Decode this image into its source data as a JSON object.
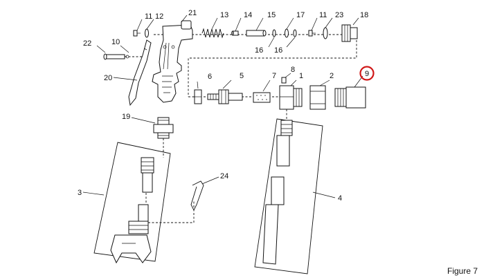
{
  "figure": {
    "caption": "Figure 7"
  },
  "callouts": {
    "c1": "1",
    "c2": "2",
    "c3": "3",
    "c4": "4",
    "c5": "5",
    "c6": "6",
    "c7": "7",
    "c8": "8",
    "c9": "9",
    "c10": "10",
    "c11a": "11",
    "c11b": "11",
    "c12": "12",
    "c13": "13",
    "c14": "14",
    "c15": "15",
    "c16a": "16",
    "c16b": "16",
    "c17": "17",
    "c18": "18",
    "c19": "19",
    "c20": "20",
    "c21": "21",
    "c22": "22",
    "c23": "23",
    "c24": "24"
  },
  "highlight": {
    "callout": "9",
    "color": "#d01818"
  },
  "colors": {
    "line": "#111111",
    "background": "#ffffff"
  }
}
